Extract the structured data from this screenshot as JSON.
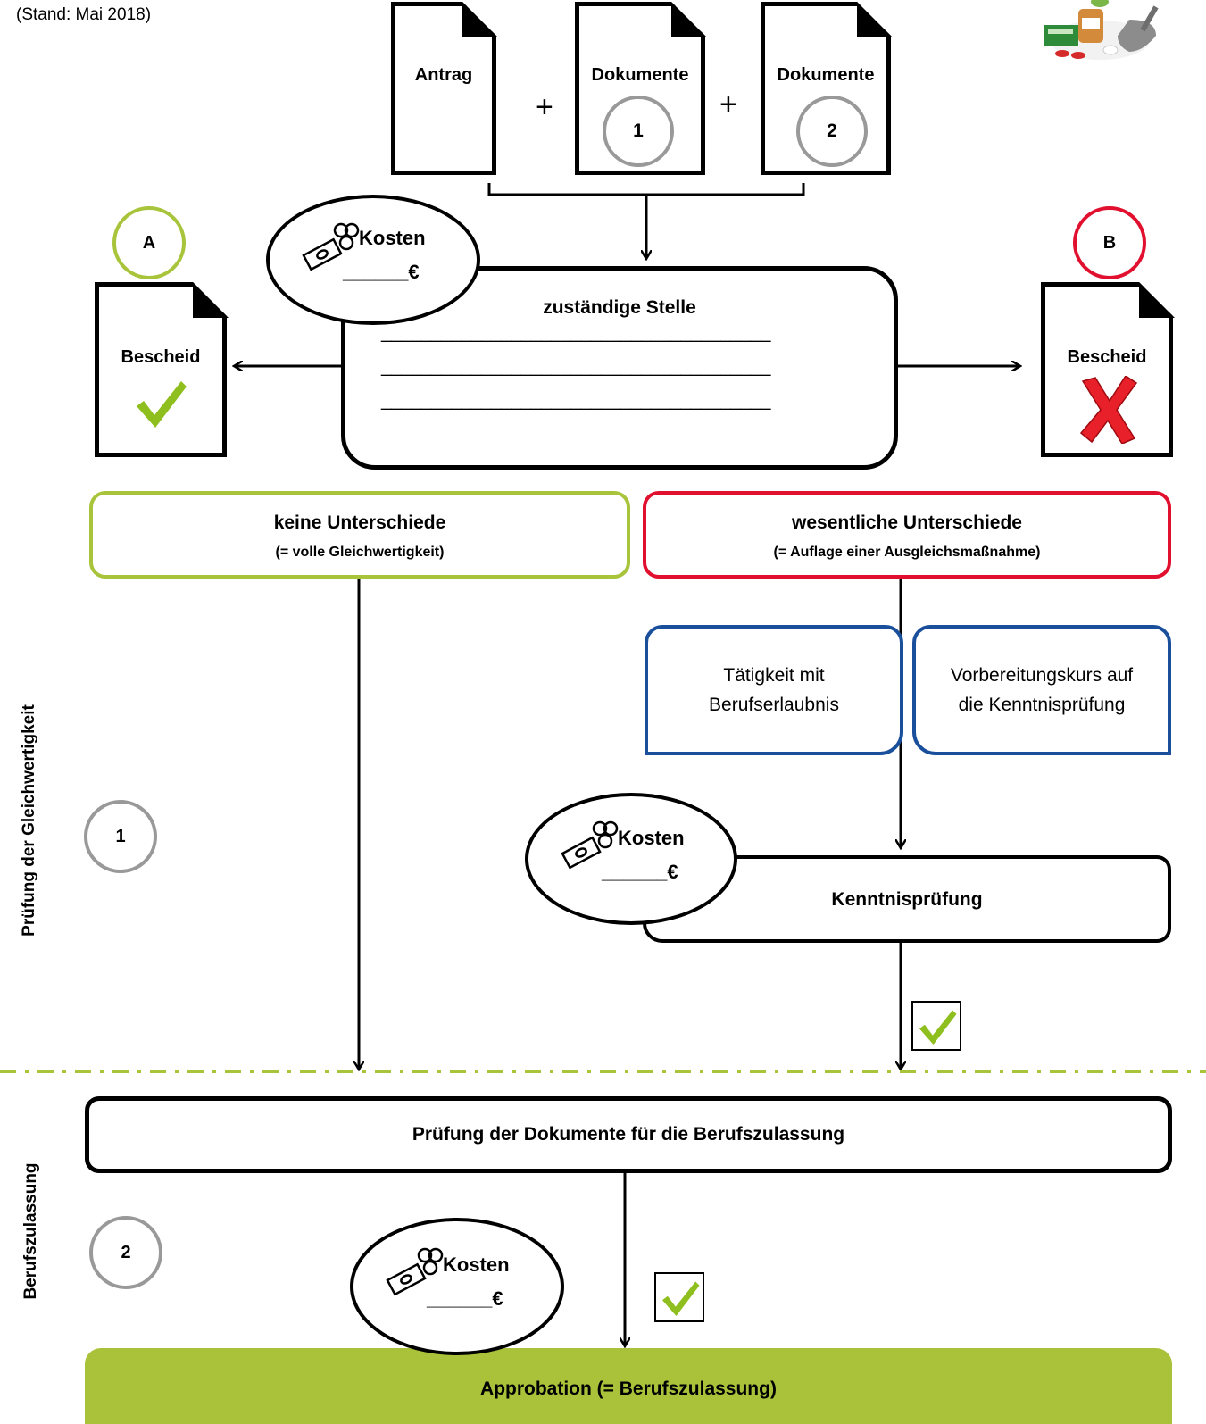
{
  "header": {
    "stand": "(Stand: Mai 2018)"
  },
  "top_documents": {
    "antrag": "Antrag",
    "dokumente_1": "Dokumente",
    "dokumente_2": "Dokumente",
    "plus": "+",
    "circle_1": "1",
    "circle_2": "2"
  },
  "outcomes": {
    "a_label": "A",
    "b_label": "B",
    "bescheid_positive": "Bescheid",
    "bescheid_negative": "Bescheid"
  },
  "costs": {
    "label": "Kosten",
    "blank": "______€"
  },
  "authority": {
    "title": "zuständige Stelle",
    "line_1": "_______________________________________",
    "line_2": "_______________________________________",
    "line_3": "_______________________________________"
  },
  "no_differences": {
    "title": "keine Unterschiede",
    "subtitle": "(= volle Gleichwertigkeit)"
  },
  "major_differences": {
    "title": "wesentliche Unterschiede",
    "subtitle": "(= Auflage einer Ausgleichsmaßnahme)"
  },
  "options": {
    "work_permit": "Tätigkeit mit Berufserlaubnis",
    "prep_course": "Vorbereitungskurs auf die Kenntnisprüfung"
  },
  "kenntnispruefung": "Kenntnisprüfung",
  "side_labels": {
    "equivalence": "Prüfung der Gleichwertigkeit",
    "equivalence_num": "1",
    "admission": "Berufszulassung",
    "admission_num": "2"
  },
  "document_check": "Prüfung der Dokumente für die Berufszulassung",
  "approbation": "Approbation (= Berufszulassung)",
  "colors": {
    "green": "#a8c43a",
    "red": "#e0102e",
    "blue": "#1a4f9c",
    "grey": "#999999",
    "approbation_bg": "#a9c23a"
  }
}
